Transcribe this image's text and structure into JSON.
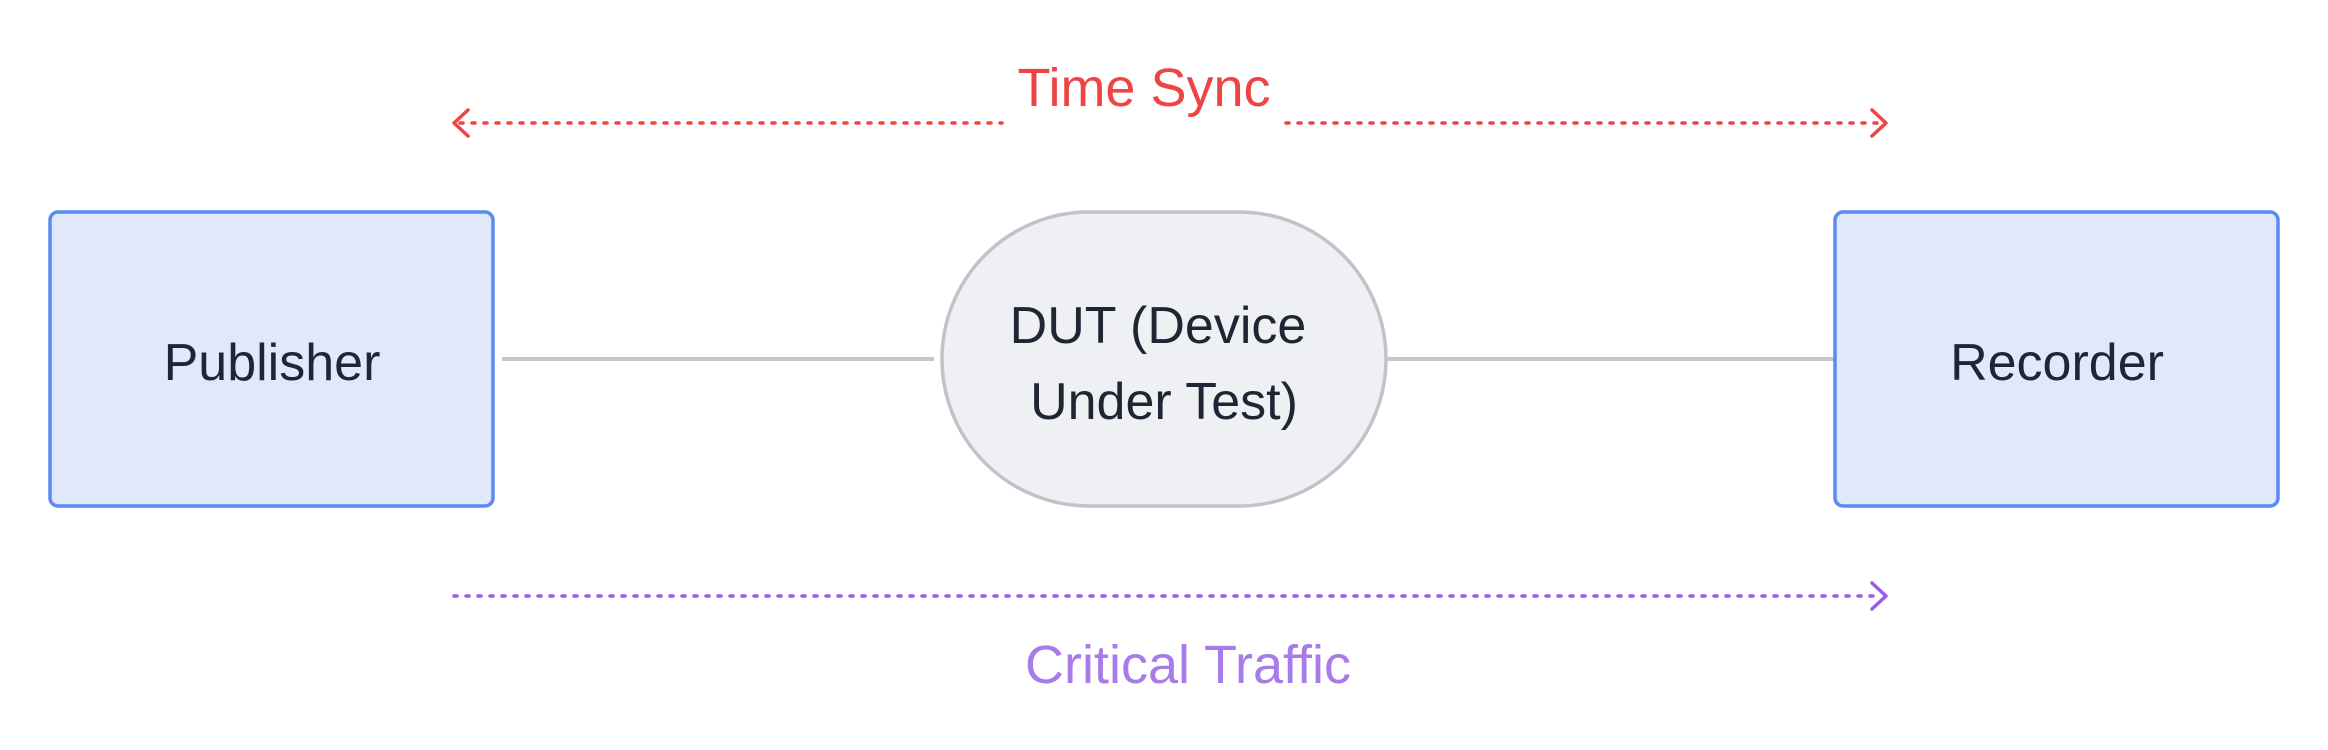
{
  "nodes": {
    "publisher": {
      "label": "Publisher"
    },
    "dut": {
      "label_line1": "DUT (Device",
      "label_line2": "Under Test)"
    },
    "recorder": {
      "label": "Recorder"
    }
  },
  "edges": {
    "time_sync": {
      "label": "Time Sync",
      "color": "#ef4444",
      "direction": "bidirectional"
    },
    "critical_traffic": {
      "label": "Critical Traffic",
      "color": "#9b5de5",
      "direction": "publisher-to-recorder"
    }
  },
  "colors": {
    "box_fill": "#e0e8fc",
    "box_stroke": "#5b8af0",
    "dut_fill": "#eef0f3",
    "dut_stroke": "#c0c3c9",
    "link_stroke": "#c4c6cc",
    "text": "#1f2533"
  }
}
